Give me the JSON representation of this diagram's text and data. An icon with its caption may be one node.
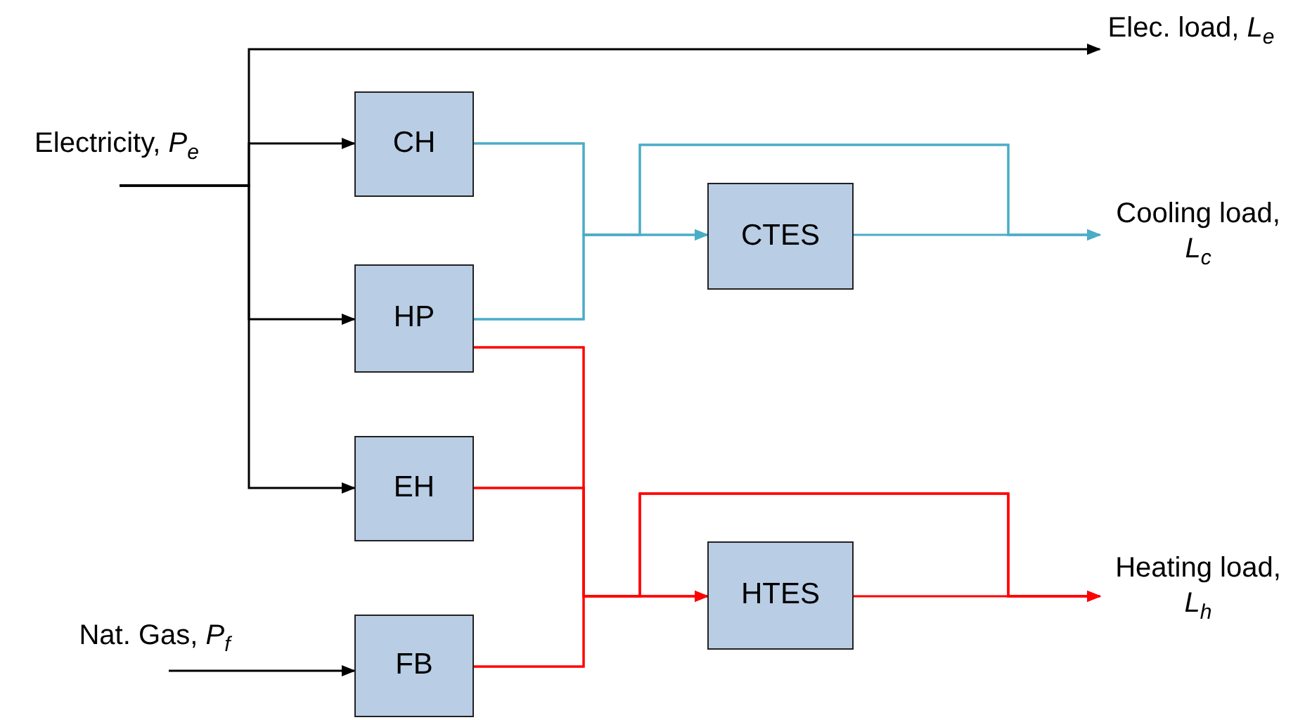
{
  "diagram": {
    "nodes": [
      {
        "text": [
          "Electricity, *P*$_{e}$"
        ]
      },
      {
        "text": [
          "CH"
        ]
      },
      {
        "text": [
          "HP"
        ]
      },
      {
        "text": [
          "EH"
        ]
      },
      {
        "text": [
          "Nat. Gas, *P*$_{f}$"
        ]
      },
      {
        "text": [
          "FB"
        ]
      },
      {
        "text": [
          "CTES"
        ]
      },
      {
        "text": [
          "HTES"
        ]
      },
      {
        "text": [
          "Elec. load, *L*$_{e}$"
        ]
      },
      {
        "text": [
          "Cooling load, *L*$_{c}$"
        ]
      },
      {
        "text": [
          "Heating load, *L*$_{h}$"
        ]
      }
    ],
    "edges": [
      {
        "from": 0,
        "to": 1,
        "arrow": "to",
        "color": "#000000"
      },
      {
        "from": 0,
        "to": 2,
        "arrow": "to",
        "color": "#000000"
      },
      {
        "from": 0,
        "to": 3,
        "arrow": "to",
        "color": "#000000"
      },
      {
        "from": 0,
        "to": 8,
        "arrow": "to",
        "color": "#000000"
      },
      {
        "from": 4,
        "to": 5,
        "arrow": "to",
        "color": "#000000"
      },
      {
        "from": 1,
        "to": 6,
        "arrow": "to",
        "color": "#4bacc6"
      },
      {
        "from": 2,
        "to": 6,
        "arrow": "to",
        "color": "#4bacc6"
      },
      {
        "from": 1,
        "to": 9,
        "arrow": "to",
        "color": "#4bacc6"
      },
      {
        "from": 2,
        "to": 9,
        "arrow": "to",
        "color": "#4bacc6"
      },
      {
        "from": 6,
        "to": 9,
        "arrow": "to",
        "color": "#4bacc6"
      },
      {
        "from": 2,
        "to": 7,
        "arrow": "to",
        "color": "#ff0000"
      },
      {
        "from": 3,
        "to": 7,
        "arrow": "to",
        "color": "#ff0000"
      },
      {
        "from": 5,
        "to": 7,
        "arrow": "to",
        "color": "#ff0000"
      },
      {
        "from": 2,
        "to": 10,
        "arrow": "to",
        "color": "#ff0000"
      },
      {
        "from": 3,
        "to": 10,
        "arrow": "to",
        "color": "#ff0000"
      },
      {
        "from": 5,
        "to": 10,
        "arrow": "to",
        "color": "#ff0000"
      },
      {
        "from": 7,
        "to": 10,
        "arrow": "to",
        "color": "#ff0000"
      }
    ]
  }
}
